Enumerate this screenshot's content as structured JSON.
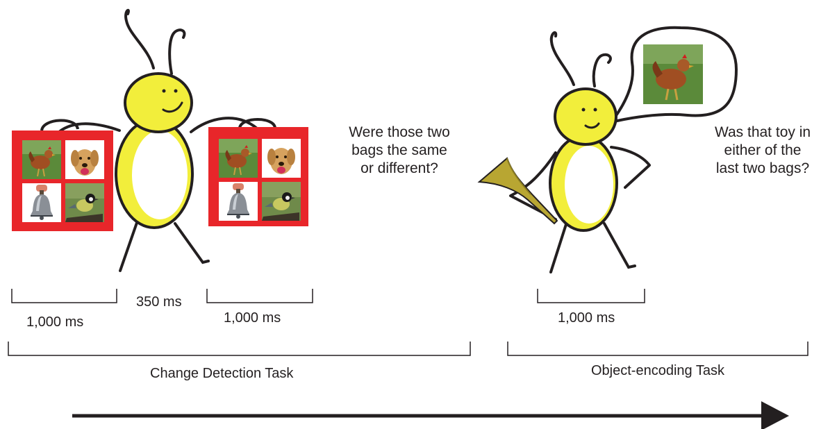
{
  "questions": {
    "change_detection": "Were those two\nbags the same\nor different?",
    "object_encoding": "Was that toy in\neither of the\nlast two bags?"
  },
  "timings": {
    "first_bag": "1,000 ms",
    "interval": "350 ms",
    "second_bag": "1,000 ms",
    "object_display": "1,000 ms"
  },
  "tasks": {
    "change_detection": "Change Detection Task",
    "object_encoding": "Object-encoding Task"
  },
  "colors": {
    "bag_red": "#e8262a",
    "creature_yellow": "#f2ee3b",
    "horn_gold": "#b8a632",
    "ink": "#231f20"
  },
  "bag_items": [
    "chicken-photo",
    "dog-photo",
    "bell-photo",
    "bird-photo"
  ],
  "thought_item": "chicken-photo"
}
